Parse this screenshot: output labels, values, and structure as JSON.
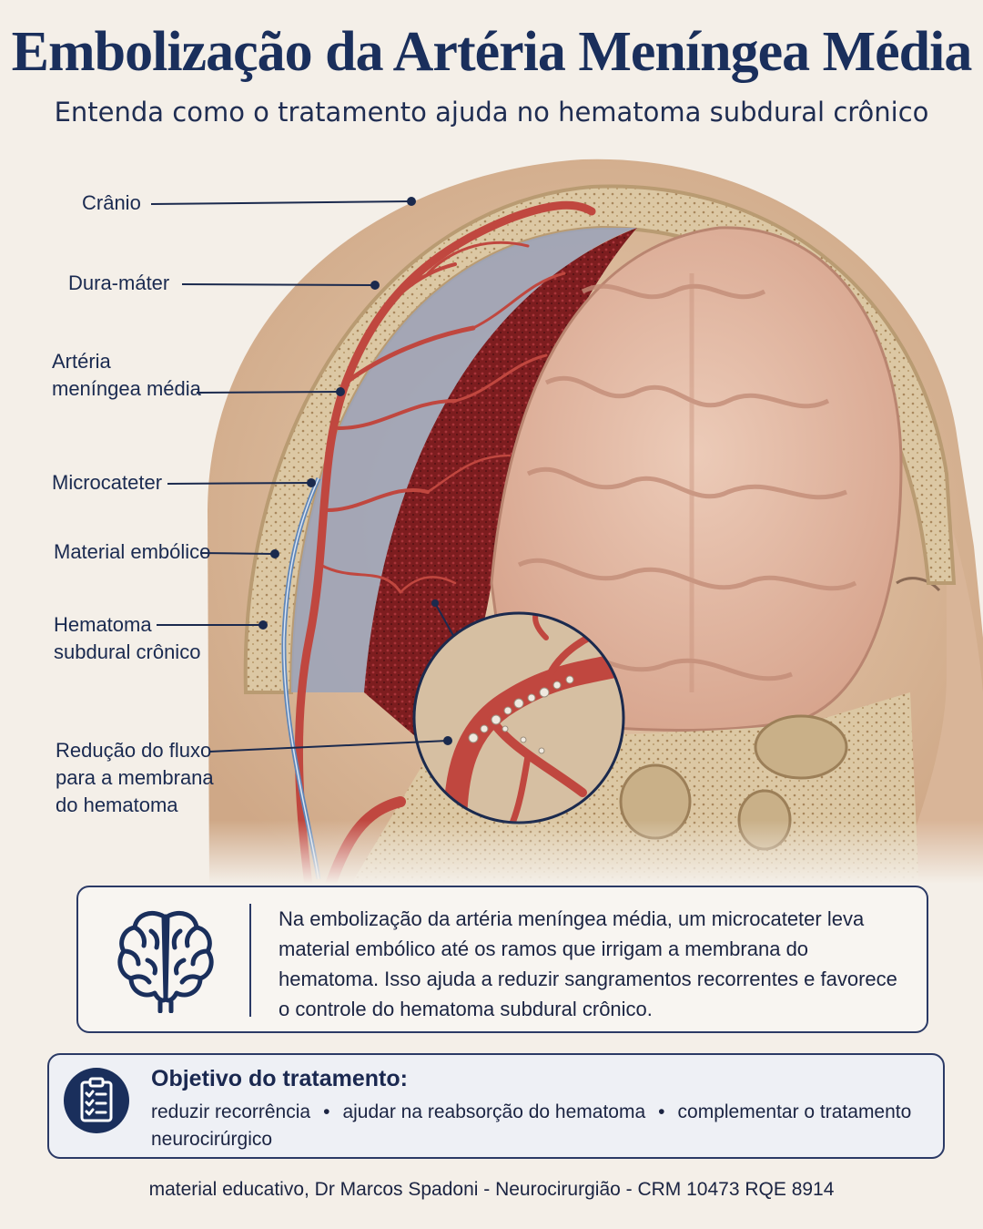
{
  "title": "Embolização da Artéria Meníngea Média",
  "subtitle": "Entenda como o tratamento ajuda no hematoma subdural crônico",
  "labels": {
    "cranio": "Crânio",
    "dura": "Dura-máter",
    "arteria": "Artéria\nmeníngea média",
    "microcateter": "Microcateter",
    "embolico": "Material embólico",
    "hematoma": "Hematoma\nsubdural crônico",
    "reducao": "Redução do fluxo\npara a membrana\ndo hematoma"
  },
  "info_card": {
    "icon": "brain-icon",
    "text": "Na embolização da artéria meníngea média, um microcateter leva material embólico até os ramos que irrigam a membrana do hematoma. Isso ajuda a reduzir sangramentos recorrentes e favorece o controle do hematoma subdural crônico."
  },
  "objective_card": {
    "icon": "clipboard-checklist-icon",
    "heading": "Objetivo do tratamento:",
    "items": [
      "reduzir recorrência",
      "ajudar na reabsorção do hematoma",
      "complementar o tratamento neurocirúrgico"
    ],
    "separator": "•"
  },
  "footer": "material educativo, Dr Marcos Spadoni - Neurocirurgião - CRM 10473 RQE 8914",
  "colors": {
    "navy": "#1a2f5c",
    "background": "#f4efe8",
    "bone": "#d9c6a4",
    "artery": "#c0473f",
    "hematoma": "#7a1f1f",
    "brain": "#e2b8a3",
    "catheter": "#5f86b8"
  }
}
